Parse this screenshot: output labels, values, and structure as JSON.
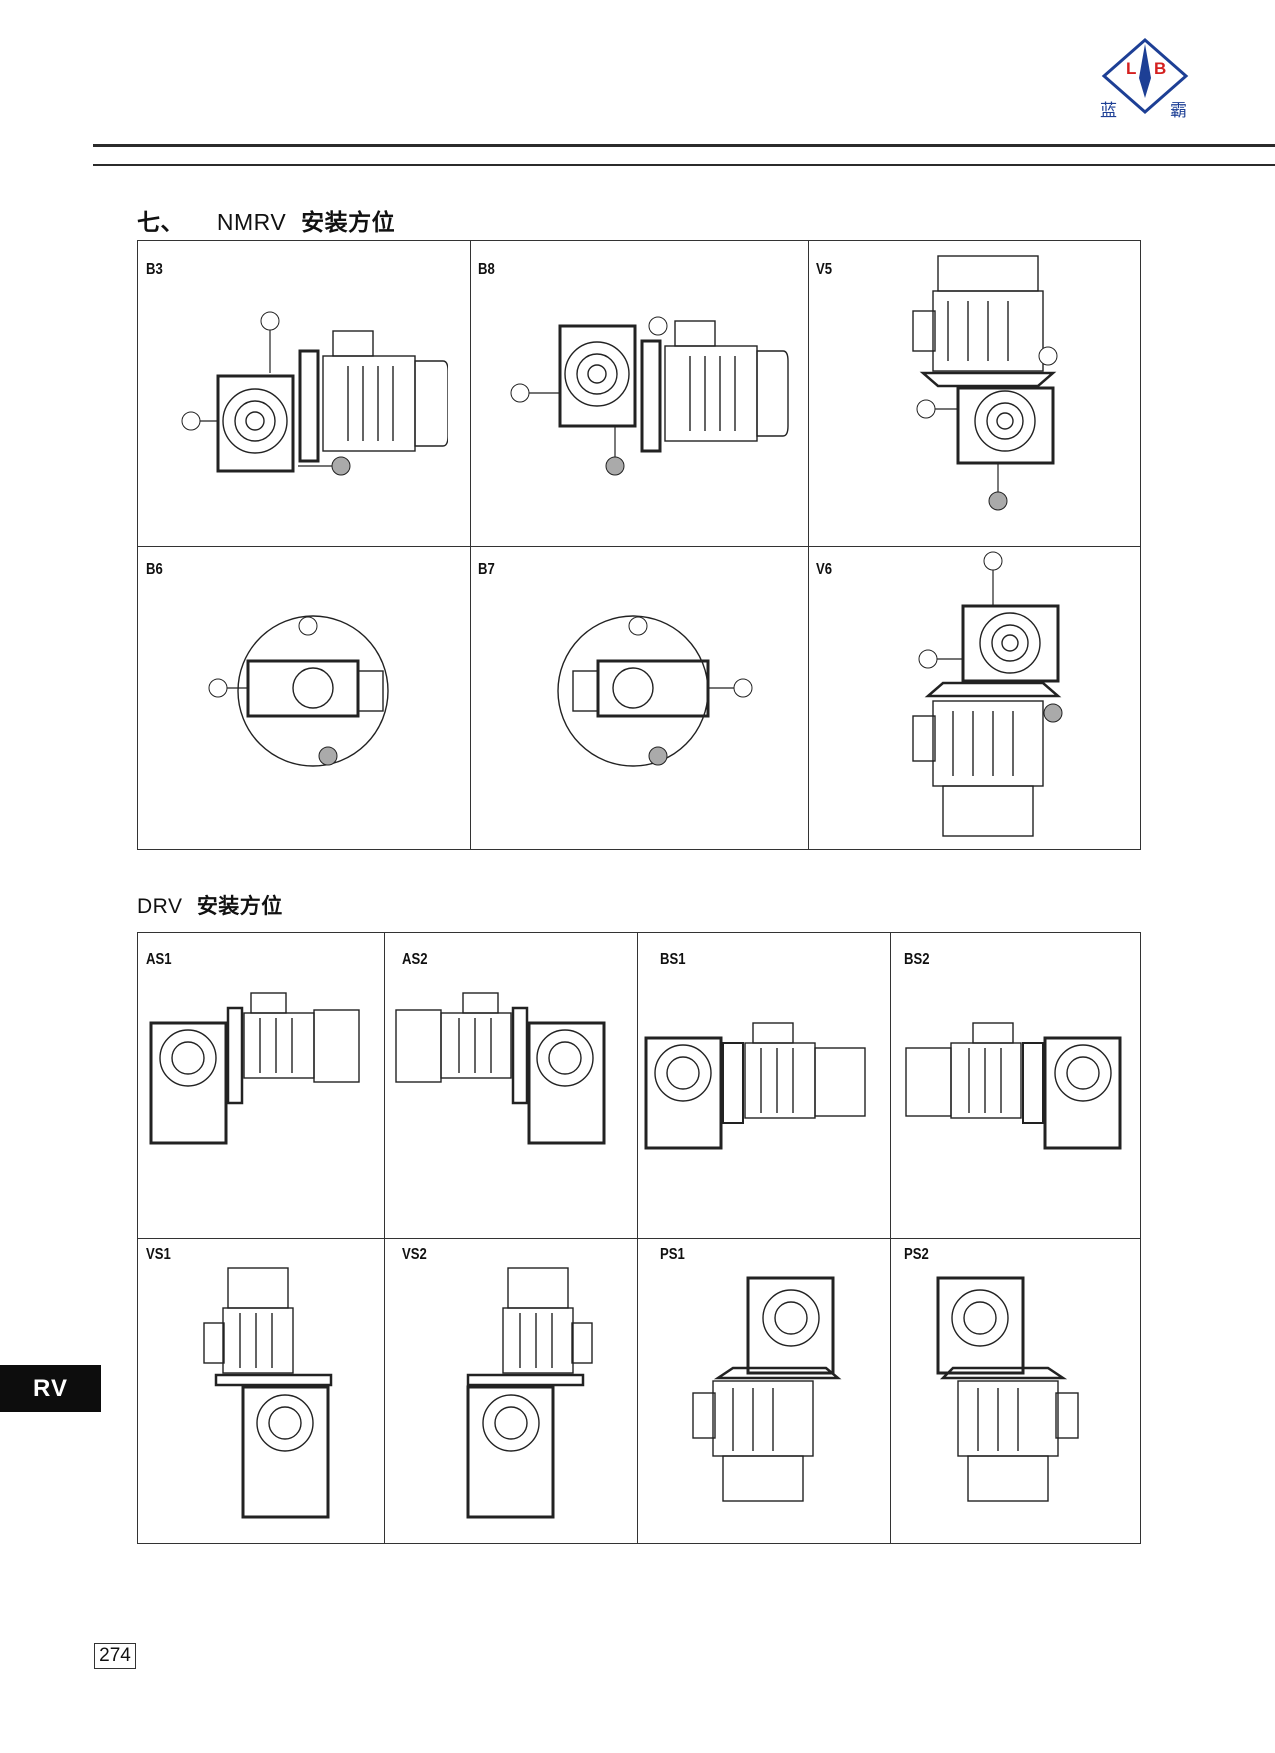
{
  "logo": {
    "letters": [
      "L",
      "B"
    ],
    "characters": [
      "蓝",
      "霸"
    ]
  },
  "section_nmrv": {
    "number": "七、",
    "model": "NMRV",
    "title": "安装方位"
  },
  "section_drv": {
    "model": "DRV",
    "title": "安装方位"
  },
  "nmrv_positions": [
    "B3",
    "B8",
    "V5",
    "B6",
    "B7",
    "V6"
  ],
  "drv_positions": [
    "AS1",
    "AS2",
    "BS1",
    "BS2",
    "VS1",
    "VS2",
    "PS1",
    "PS2"
  ],
  "side_tab": "RV",
  "page_number": "274"
}
